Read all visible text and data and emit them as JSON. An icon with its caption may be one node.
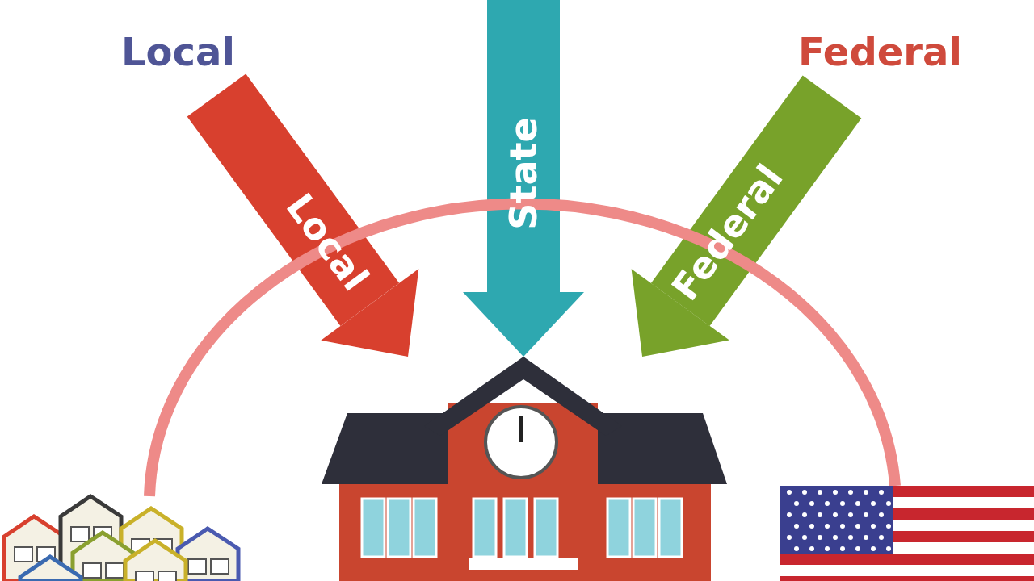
{
  "diagram": {
    "nodes": [
      {
        "text": [
          "Local"
        ]
      },
      {
        "text": [
          "Federal"
        ]
      },
      {
        "text": [],
        "shape": "picture"
      },
      {
        "text": [],
        "shape": "picture"
      },
      {
        "text": [],
        "shape": "picture"
      }
    ],
    "edges": [
      {
        "from": null,
        "to": 3,
        "arrow": "to",
        "label": "Local",
        "color": "#d8402e"
      },
      {
        "from": null,
        "to": 3,
        "arrow": "to",
        "label": "State",
        "color": "#2ea8b0"
      },
      {
        "from": null,
        "to": 3,
        "arrow": "to",
        "label": "Federal",
        "color": "#78a22a"
      },
      {
        "from": 2,
        "to": 4,
        "arrow": "none",
        "color": "#ee8a88"
      }
    ]
  }
}
